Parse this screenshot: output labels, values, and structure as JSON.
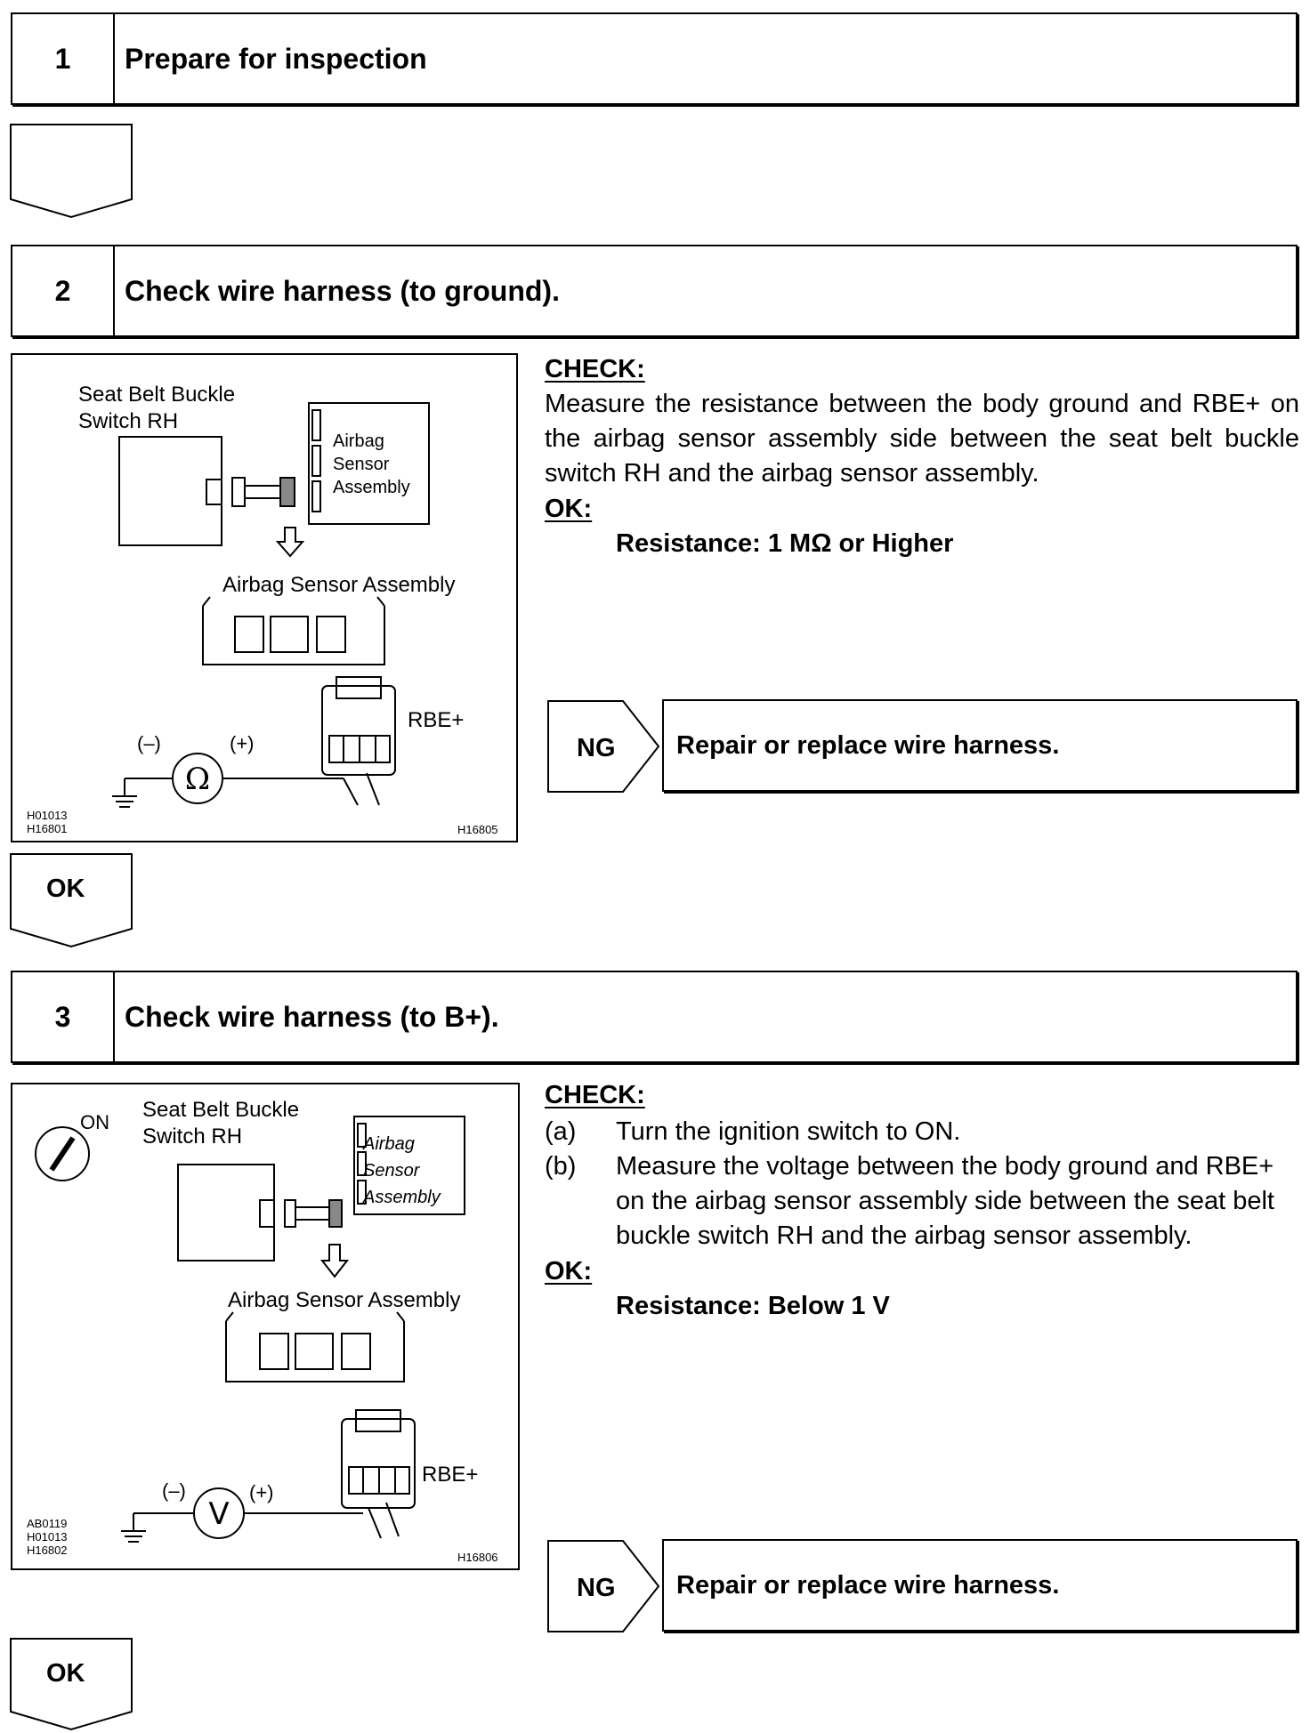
{
  "steps": [
    {
      "number": "1",
      "title": "Prepare for inspection"
    },
    {
      "number": "2",
      "title": "Check wire harness (to ground)."
    },
    {
      "number": "3",
      "title": "Check wire harness (to B+)."
    }
  ],
  "step2": {
    "check_heading": "CHECK:",
    "check_text": "Measure the resistance between the body ground and RBE+ on the airbag sensor assembly side between the seat belt buckle switch RH and the airbag sensor assembly.",
    "ok_heading": "OK:",
    "ok_text": "Resistance: 1 MΩ or Higher",
    "ng_label": "NG",
    "ng_text": "Repair or replace wire harness.",
    "ok_arrow": "OK",
    "figure": {
      "switch_label": "Seat Belt Buckle\nSwitch RH",
      "sensor_label": "Airbag\nSensor\nAssembly",
      "assembly_label": "Airbag Sensor Assembly",
      "terminal": "RBE+",
      "minus": "(–)",
      "plus": "(+)",
      "meter_symbol": "Ω",
      "codes_left": "H01013\nH16801",
      "code_right": "H16805"
    }
  },
  "step3": {
    "check_heading": "CHECK:",
    "items": [
      {
        "marker": "(a)",
        "text": "Turn the ignition switch to ON."
      },
      {
        "marker": "(b)",
        "text": "Measure the voltage between the body ground and RBE+ on the airbag sensor assembly side between the seat belt buckle switch RH and the airbag sensor assembly."
      }
    ],
    "ok_heading": "OK:",
    "ok_text": "Resistance: Below 1 V",
    "ng_label": "NG",
    "ng_text": "Repair or replace wire harness.",
    "ok_arrow": "OK",
    "figure": {
      "on_label": "ON",
      "switch_label": "Seat Belt Buckle\nSwitch RH",
      "sensor_label": "Airbag\nSensor\nAssembly",
      "assembly_label": "Airbag Sensor Assembly",
      "terminal": "RBE+",
      "minus": "(–)",
      "plus": "(+)",
      "meter_symbol": "V",
      "codes_left": "AB0119\nH01013\nH16802",
      "code_right": "H16806"
    }
  }
}
